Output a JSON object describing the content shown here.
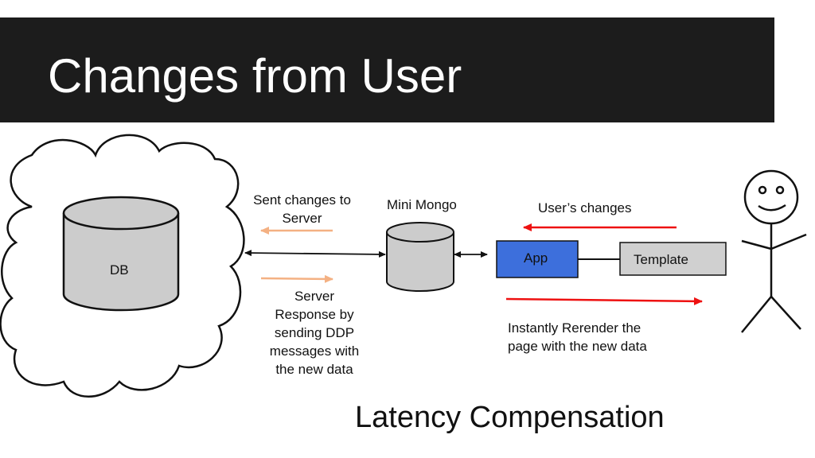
{
  "title": "Changes from User",
  "db_label": "DB",
  "sent_changes_label": "Sent changes to\nServer",
  "server_response_label": "Server\nResponse by\nsending  DDP\nmessages with\nthe new data",
  "mini_mongo_label": "Mini Mongo",
  "user_changes_label": "User’s changes",
  "app_label": "App",
  "template_label": "Template",
  "rerender_label": "Instantly Rerender the\npage with the new data",
  "caption": "Latency Compensation",
  "colors": {
    "title_bar": "#1c1c1c",
    "app_box": "#3d6fdc",
    "template_box": "#d0d0d0",
    "db_cylinder": "#cccccc",
    "red_arrow": "#ee1111",
    "orange_arrow": "#f4b183"
  }
}
